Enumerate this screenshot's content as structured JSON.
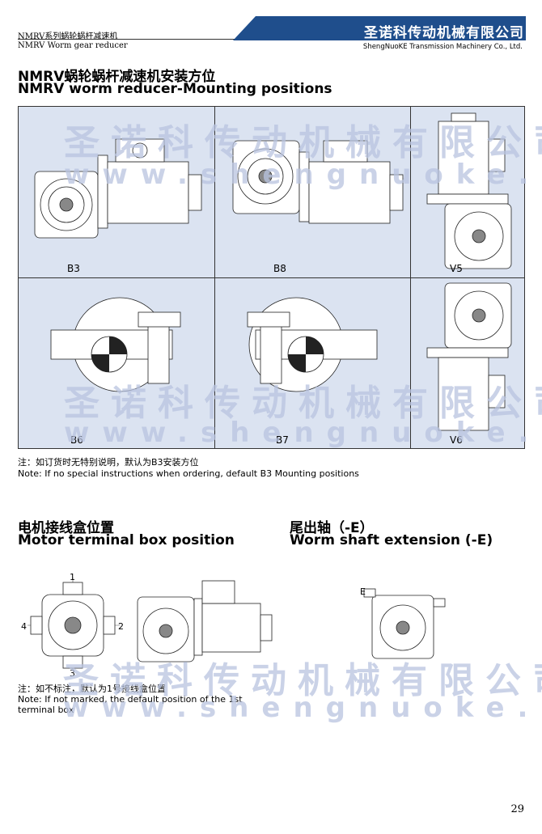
{
  "header": {
    "series_cn": "NMRV系列蜗轮蜗杆减速机",
    "series_en": "NMRV Worm gear reducer",
    "company_cn": "圣诺科传动机械有限公司",
    "company_en": "ShengNuoKE Transmission Machinery Co., Ltd.",
    "band_color": "#1f4e8c"
  },
  "title": {
    "cn": "NMRV蜗轮蜗杆减速机安装方位",
    "en": "NMRV worm reducer-Mounting positions"
  },
  "positions": [
    {
      "label": "B3"
    },
    {
      "label": "B8"
    },
    {
      "label": "V5"
    },
    {
      "label": "B6"
    },
    {
      "label": "B7"
    },
    {
      "label": "V6"
    }
  ],
  "mounting_note": {
    "cn": "注：如订货时无特别说明，默认为B3安装方位",
    "en": "Note: If no special instructions when ordering, default B3 Mounting positions"
  },
  "terminal_box": {
    "heading_cn": "电机接线盒位置",
    "heading_en": "Motor terminal box position",
    "positions": [
      "1",
      "2",
      "3",
      "4"
    ],
    "note_cn": "注：如不标注，默认为1号接线盒位置",
    "note_en_1": "Note: If not marked, the default position of the 1st",
    "note_en_2": "terminal box"
  },
  "worm_shaft": {
    "heading_cn": "尾出轴（-E）",
    "heading_en": "Worm shaft extension (-E)",
    "label": "E"
  },
  "watermark": {
    "cn": "圣诺科传动机械有限公司",
    "en": "www.shengnuoke.com"
  },
  "page_number": "29"
}
